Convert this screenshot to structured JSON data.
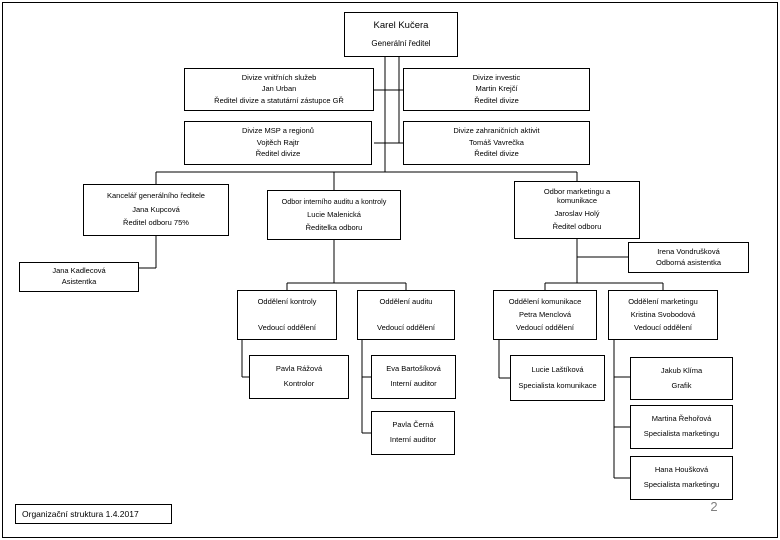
{
  "page": {
    "footer_label": "Organizační struktura 1.4.2017",
    "page_number": "2",
    "colors": {
      "background": "#ffffff",
      "box_border": "#000000",
      "text": "#000000",
      "connector_line": "#000000",
      "page_number": "#808080"
    }
  },
  "org_chart": {
    "nodes": [
      {
        "id": "ceo",
        "lines": [
          "Karel Kučera",
          "Generální ředitel"
        ]
      },
      {
        "id": "divize-vnitrnich-sluzeb",
        "lines": [
          "Divize vnitřních služeb",
          "Jan Urban",
          "Ředitel divize a statutární zástupce GŘ"
        ]
      },
      {
        "id": "divize-investic",
        "lines": [
          "Divize investic",
          "Martin Krejčí",
          "Ředitel divize"
        ]
      },
      {
        "id": "divize-msp-a-regionu",
        "lines": [
          "Divize MSP a regionů",
          "Vojtěch Rajtr",
          "Ředitel divize"
        ]
      },
      {
        "id": "divize-zahranicnich-aktivit",
        "lines": [
          "Divize zahraničních aktivit",
          "Tomáš Vavrečka",
          "Ředitel divize"
        ]
      },
      {
        "id": "kancelar-generalniho-reditele",
        "lines": [
          "Kancelář generálního ředitele",
          "Jana Kupcová",
          "Ředitel odboru 75%"
        ]
      },
      {
        "id": "odbor-interniho-auditu-a-kontroly",
        "lines": [
          "Odbor interního auditu a kontroly",
          "Lucie Malenická",
          "Ředitelka odboru"
        ]
      },
      {
        "id": "odbor-marketingu-a-komunikace",
        "lines": [
          "Odbor marketingu a komunikace",
          "Jaroslav Holý",
          "Ředitel odboru"
        ]
      },
      {
        "id": "irena-vondruskova",
        "lines": [
          "Irena Vondrušková",
          "Odborná asistentka"
        ]
      },
      {
        "id": "jana-kadlecova",
        "lines": [
          "Jana Kadlecová",
          "Asistentka"
        ]
      },
      {
        "id": "oddeleni-kontroly",
        "lines": [
          "Oddělení kontroly",
          "",
          "Vedoucí oddělení"
        ]
      },
      {
        "id": "oddeleni-auditu",
        "lines": [
          "Oddělení auditu",
          "",
          "Vedoucí oddělení"
        ]
      },
      {
        "id": "oddeleni-komunikace",
        "lines": [
          "Oddělení komunikace",
          "Petra Menclová",
          "Vedoucí oddělení"
        ]
      },
      {
        "id": "oddeleni-marketingu",
        "lines": [
          "Oddělení marketingu",
          "Kristina Svobodová",
          "Vedoucí oddělení"
        ]
      },
      {
        "id": "pavla-razova",
        "lines": [
          "Pavla Rážová",
          "Kontrolor"
        ]
      },
      {
        "id": "eva-bartosikova",
        "lines": [
          "Eva Bartošíková",
          "Interní auditor"
        ]
      },
      {
        "id": "pavla-cerna",
        "lines": [
          "Pavla Černá",
          "Interní auditor"
        ]
      },
      {
        "id": "lucie-lastikova",
        "lines": [
          "Lucie Laštíková",
          "Specialista komunikace"
        ]
      },
      {
        "id": "jakub-klima",
        "lines": [
          "Jakub Klíma",
          "Grafik"
        ]
      },
      {
        "id": "martina-rehorova",
        "lines": [
          "Martina Řehořová",
          "Specialista marketingu"
        ]
      },
      {
        "id": "hana-houskova",
        "lines": [
          "Hana Houšková",
          "Specialista marketingu"
        ]
      }
    ]
  }
}
